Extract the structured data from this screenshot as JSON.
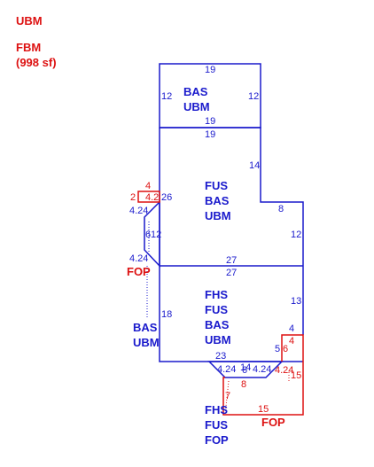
{
  "legend": {
    "line1": "UBM",
    "line2": "FBM",
    "line3": "(998 sf)"
  },
  "areas": {
    "top": [
      "BAS",
      "UBM"
    ],
    "second": [
      "FUS",
      "BAS",
      "UBM"
    ],
    "third": [
      "FHS",
      "FUS",
      "BAS",
      "UBM"
    ],
    "left_fop": "FOP",
    "left_bas": [
      "BAS",
      "UBM"
    ],
    "bottom": [
      "FHS",
      "FUS",
      "FOP"
    ],
    "right_fop": "FOP"
  },
  "dims": {
    "top_w": "19",
    "top_h_left": "12",
    "top_h_right": "12",
    "top_bottom": "19",
    "second_top": "19",
    "second_right_upper": "14",
    "second_notch": "8",
    "second_right_lower": "12",
    "left_26": "26",
    "left_2": "2",
    "left_4": "4",
    "left_42": "4.2",
    "left_424_top": "4.24",
    "left_6": "6",
    "left_12": "12",
    "left_424_bot": "4.24",
    "third_top1": "27",
    "third_top2": "27",
    "third_right": "13",
    "third_left": "18",
    "third_bottom": "23",
    "bottom_4_top": "4",
    "bottom_5": "5",
    "bottom_6": "6",
    "bottom_4_red": "4",
    "bay_424_left": "4.24",
    "bay_14": "14",
    "bay_6": "6",
    "bay_424_right": "4.24",
    "bay_8": "8",
    "red_424": "4.24",
    "red_15_side": "15",
    "red_7": "7",
    "red_15_bottom": "15"
  },
  "colors": {
    "outline": "#1a1acc",
    "porch": "#dd1111"
  }
}
